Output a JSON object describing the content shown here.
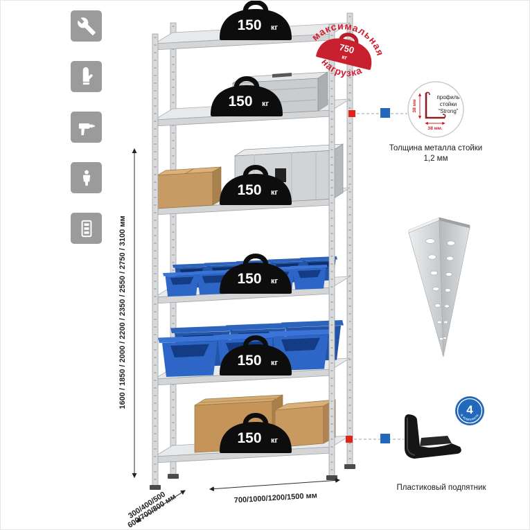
{
  "colors": {
    "accent_red": "#cf2030",
    "accent_blue": "#2268bd",
    "icon_bg": "#9c9b9b"
  },
  "sidebar": {
    "icons": [
      {
        "name": "wrench-icon"
      },
      {
        "name": "gloves-icon"
      },
      {
        "name": "drill-icon"
      },
      {
        "name": "person-icon"
      },
      {
        "name": "rack-icon"
      }
    ]
  },
  "stamp": {
    "arc_top": "максимальная",
    "arc_bottom": "нагрузка",
    "weight_value": "750",
    "weight_unit": "кг"
  },
  "rack": {
    "shelves": [
      {
        "load_value": "150",
        "load_unit": "кг"
      },
      {
        "load_value": "150",
        "load_unit": "кг"
      },
      {
        "load_value": "150",
        "load_unit": "кг"
      },
      {
        "load_value": "150",
        "load_unit": "кг"
      },
      {
        "load_value": "150",
        "load_unit": "кг"
      },
      {
        "load_value": "150",
        "load_unit": "кг"
      }
    ]
  },
  "dimensions": {
    "height": "1600 / 1850 / 2000 / 2200 / 2350 / 2550 / 2750 / 3100 мм",
    "depth_line1": "300/400/500",
    "depth_line2": "600/700/800 мм",
    "width": "700/1000/1200/1500 мм"
  },
  "profile_callout": {
    "dim_vertical": "38 мм",
    "dim_horizontal": "38 мм.",
    "line1": "профиль",
    "line2": "стойки",
    "line3": "“Strong”",
    "caption": "Толщина металла стойки 1,2 мм"
  },
  "foot_callout": {
    "badge_value": "4",
    "badge_text": "в комплекте",
    "caption": "Пластиковый подпятник"
  }
}
